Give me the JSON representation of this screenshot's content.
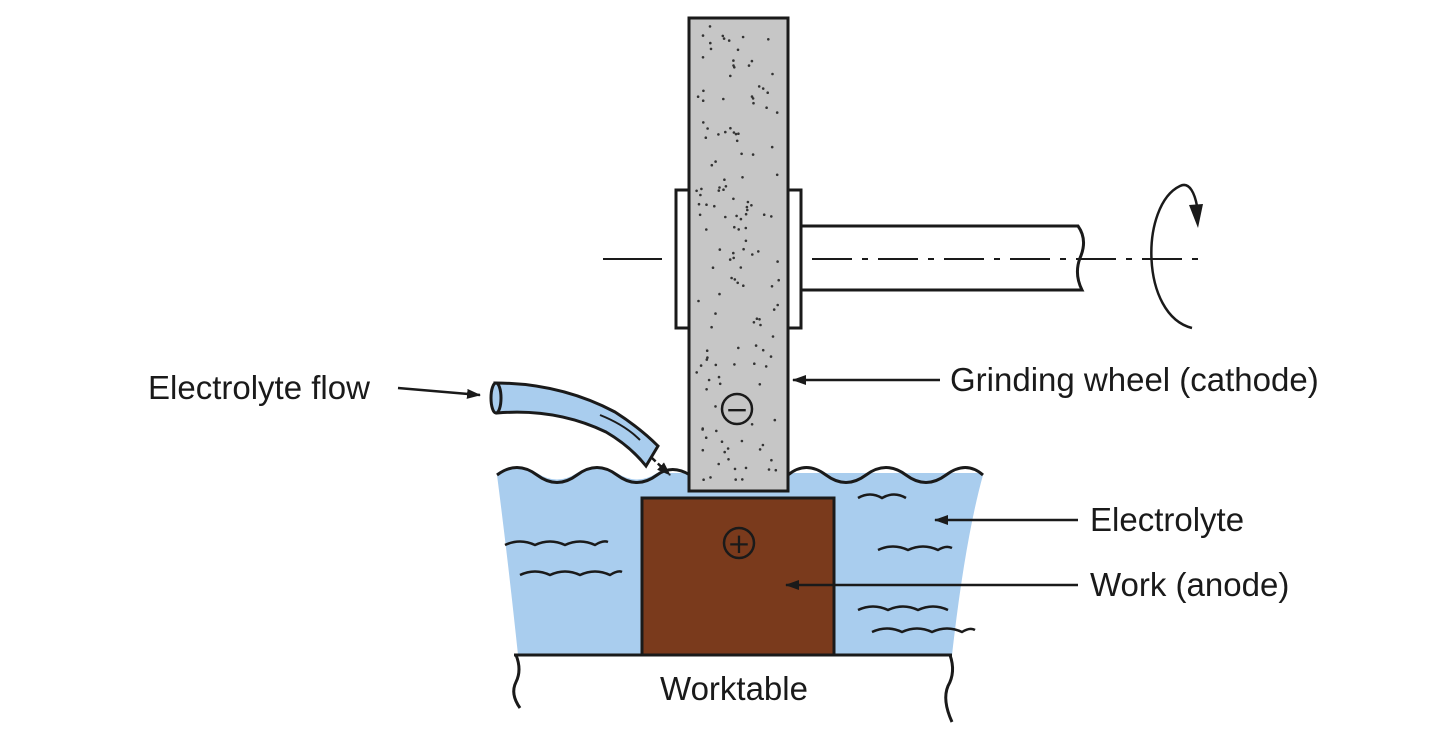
{
  "labels": {
    "electrolyte_flow": "Electrolyte flow",
    "grinding_wheel": "Grinding wheel (cathode)",
    "electrolyte": "Electrolyte",
    "work": "Work (anode)",
    "worktable": "Worktable"
  },
  "symbols": {
    "cathode": "−",
    "anode": "+"
  },
  "colors": {
    "electrolyte": "#a9cdee",
    "work": "#7a3a1c",
    "wheel": "#c6c6c6",
    "line": "#1a1a1a"
  }
}
